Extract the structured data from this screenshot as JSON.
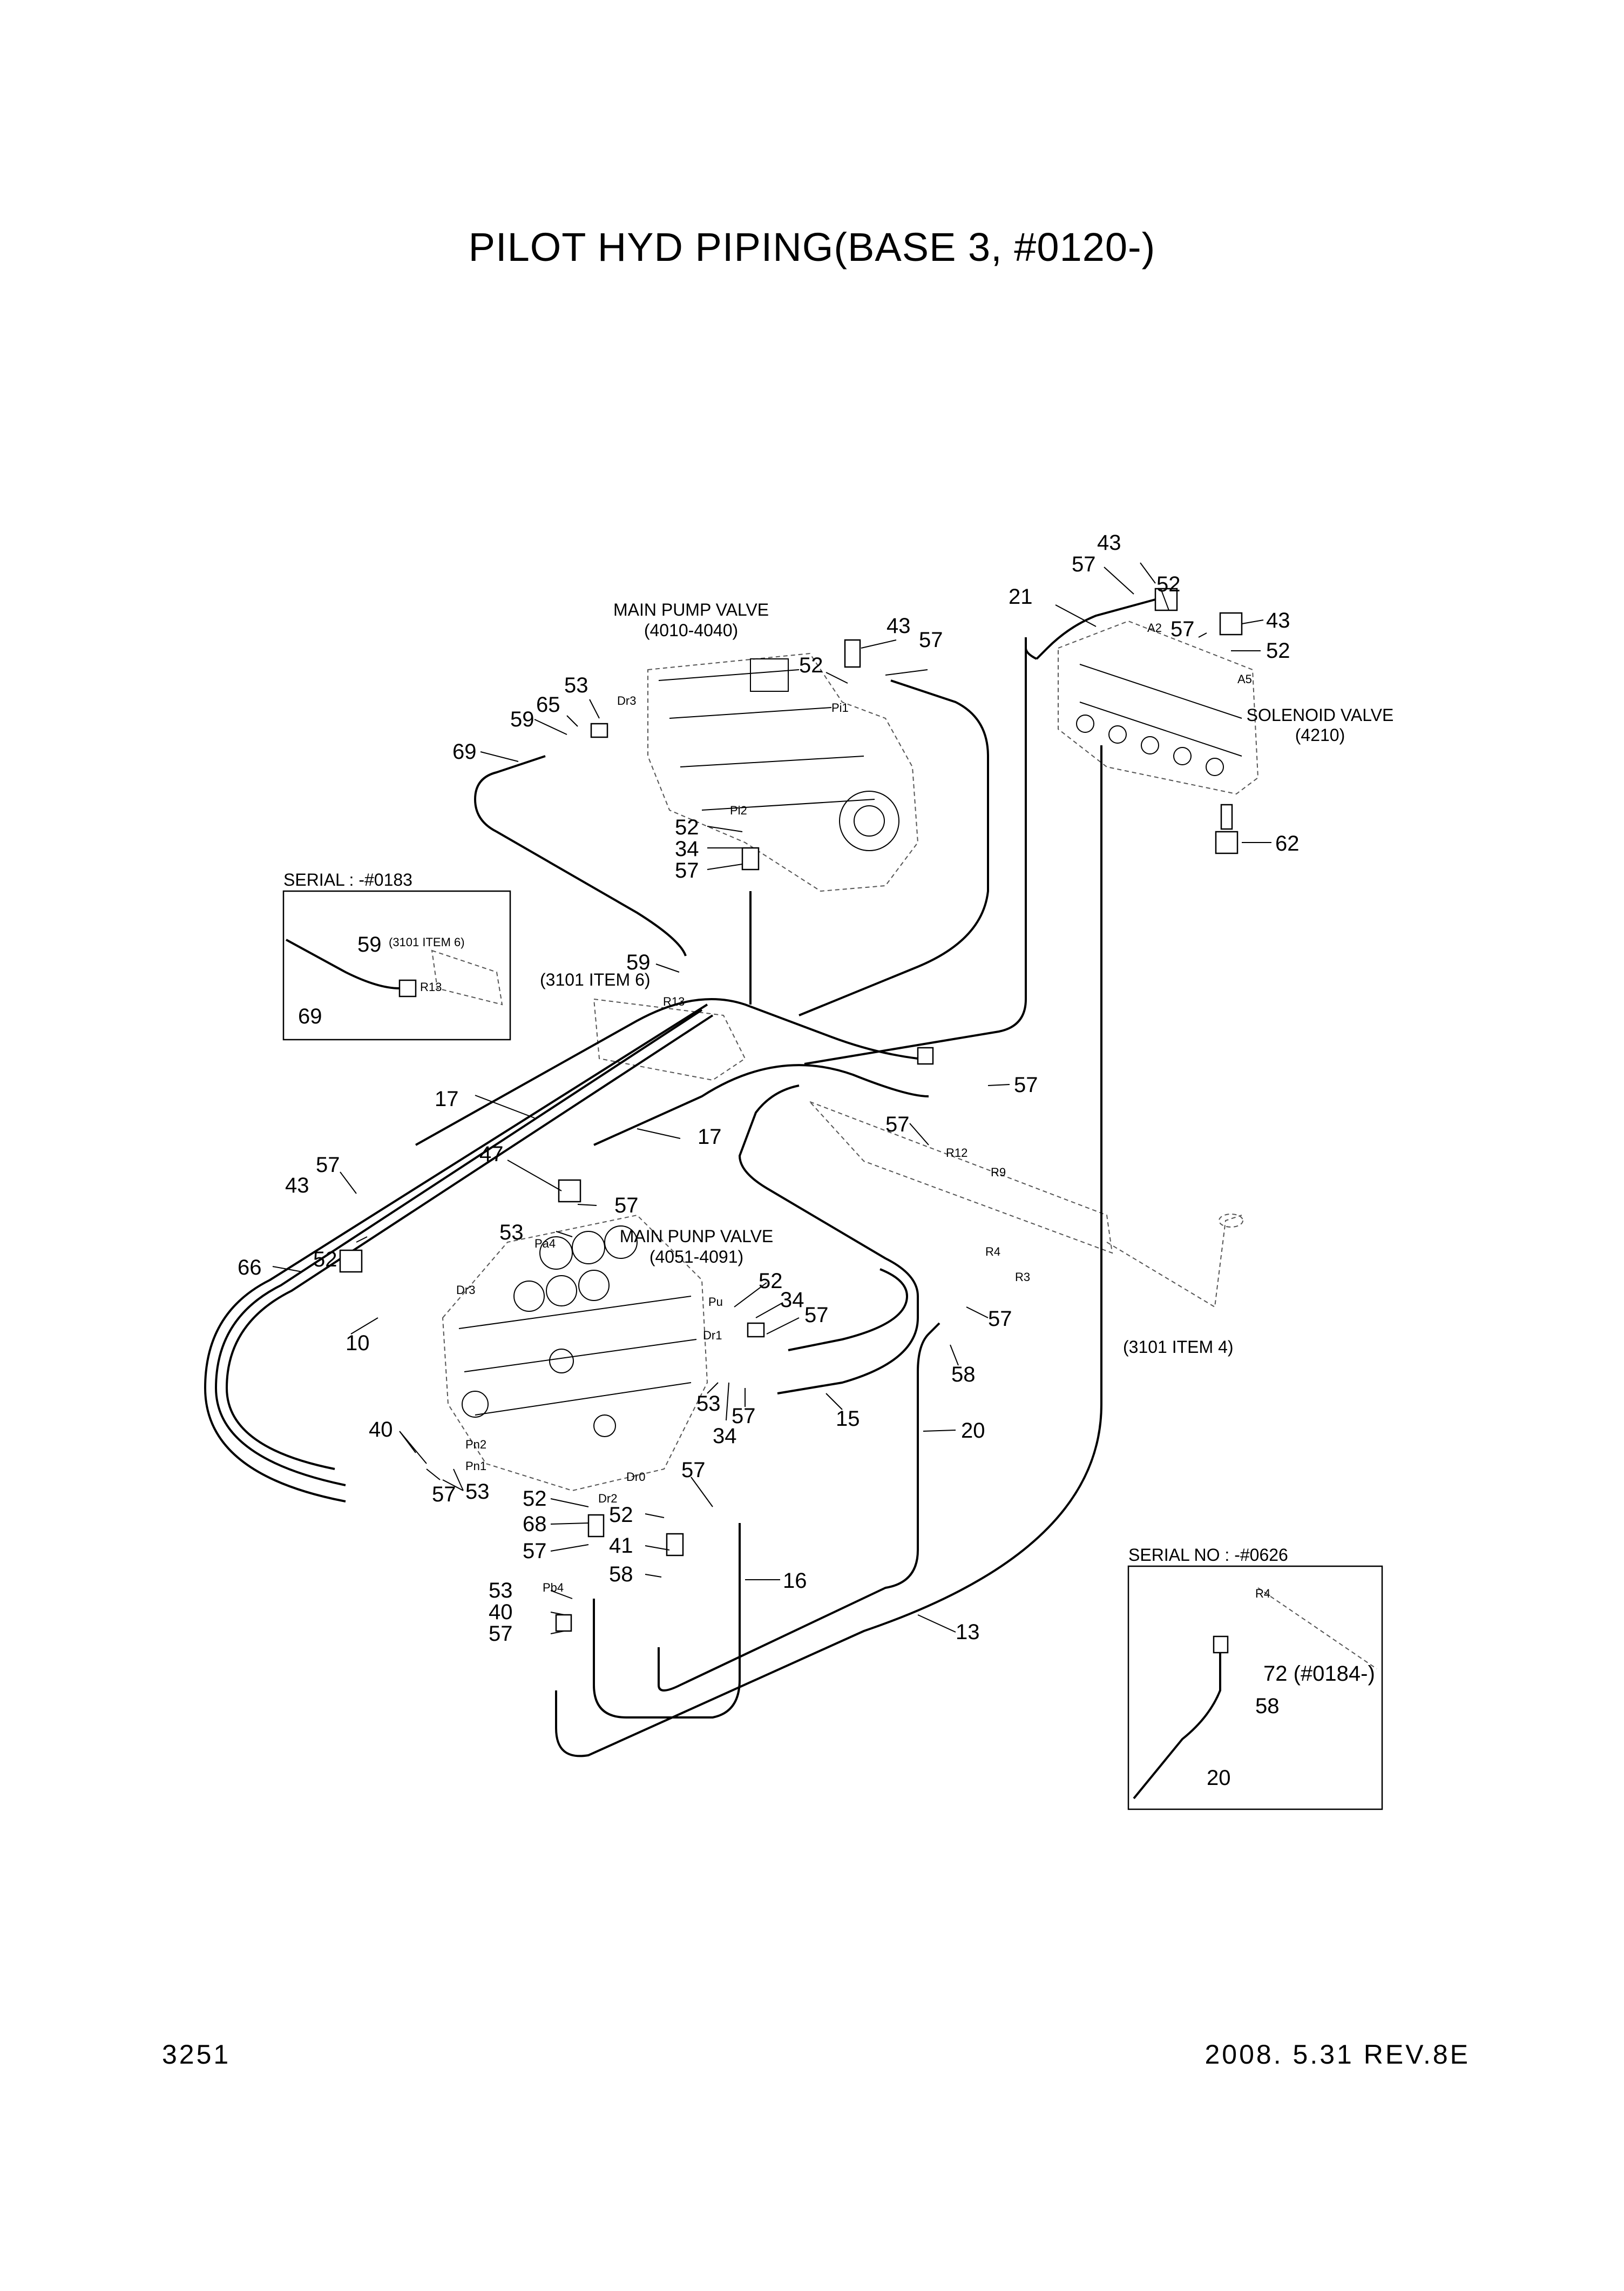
{
  "title": "PILOT HYD PIPING(BASE 3, #0120-)",
  "page_number": "3251",
  "revision": "2008. 5.31  REV.8E",
  "components": {
    "main_pump_valve_top": {
      "name": "MAIN PUMP VALVE",
      "range": "(4010-4040)"
    },
    "main_pump_valve_lower": {
      "name": "MAIN PUNP VALVE",
      "range": "(4051-4091)"
    },
    "solenoid_valve": {
      "name": "SOLENOID VALVE",
      "ref": "(4210)"
    }
  },
  "ports": {
    "pi1": "Pi1",
    "pi2": "Pi2",
    "dr3_top": "Dr3",
    "a2": "A2",
    "a5": "A5",
    "r13": "R13",
    "r12": "R12",
    "r9": "R9",
    "r4": "R4",
    "r3": "R3",
    "pa4": "Pa4",
    "dr3_low": "Dr3",
    "pu": "Pu",
    "dr1": "Dr1",
    "pn2": "Pn2",
    "pn1": "Pn1",
    "dr2": "Dr2",
    "dr0": "Dr0",
    "pb4": "Pb4"
  },
  "references": {
    "item6": "(3101 ITEM 6)",
    "item4": "(3101 ITEM 4)"
  },
  "inset_a": {
    "header": "SERIAL : -#0183",
    "ref": "(3101 ITEM 6)",
    "port": "R13",
    "labels": [
      "59",
      "69"
    ]
  },
  "inset_b": {
    "header": "SERIAL NO : -#0626",
    "port": "R4",
    "labels": [
      "72 (#0184-)",
      "58",
      "20"
    ]
  },
  "callouts": {
    "c43a": "43",
    "c57a": "57",
    "c21": "21",
    "c52a": "52",
    "c43b": "43",
    "c57b": "57",
    "c52b": "52",
    "c43c": "43",
    "c57c": "57",
    "c52c": "52",
    "c53a": "53",
    "c65": "65",
    "c59a": "59",
    "c69": "69",
    "c52d": "52",
    "c34a": "34",
    "c57d": "57",
    "c62": "62",
    "c59b": "59",
    "c57e": "57",
    "c57f": "57",
    "c17a": "17",
    "c17b": "17",
    "c47": "47",
    "c57g": "57",
    "c57h": "57",
    "c43d": "43",
    "c52e": "52",
    "c53b": "53",
    "c66": "66",
    "c10": "10",
    "c52f": "52",
    "c34b": "34",
    "c57i": "57",
    "c53c": "53",
    "c34c": "34",
    "c57j": "57",
    "c15": "15",
    "c57k": "57",
    "c58a": "58",
    "c20": "20",
    "c40a": "40",
    "c57l": "57",
    "c53d": "53",
    "c52g": "52",
    "c68": "68",
    "c57m": "57",
    "c53e": "53",
    "c40b": "40",
    "c57n": "57",
    "c57o": "57",
    "c52h": "52",
    "c41": "41",
    "c58b": "58",
    "c16": "16",
    "c13": "13"
  }
}
